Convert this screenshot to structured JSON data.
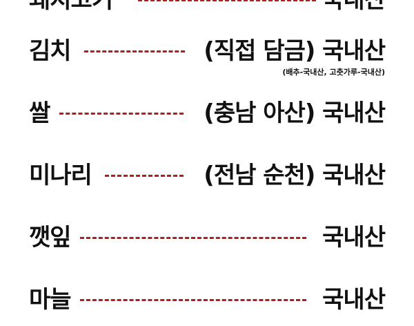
{
  "accent_color": "#b71c1c",
  "rows": [
    {
      "item": "돼지고기",
      "origin": "국내산"
    },
    {
      "item": "김치",
      "origin": "(직접 담금) 국내산",
      "note": "(배추-국내산, 고춧가루-국내산)"
    },
    {
      "item": "쌀",
      "origin": "(충남 아산) 국내산"
    },
    {
      "item": "미나리",
      "origin": "(전남 순천) 국내산"
    },
    {
      "item": "깻잎",
      "origin": "국내산"
    },
    {
      "item": "마늘",
      "origin": "국내산"
    }
  ]
}
